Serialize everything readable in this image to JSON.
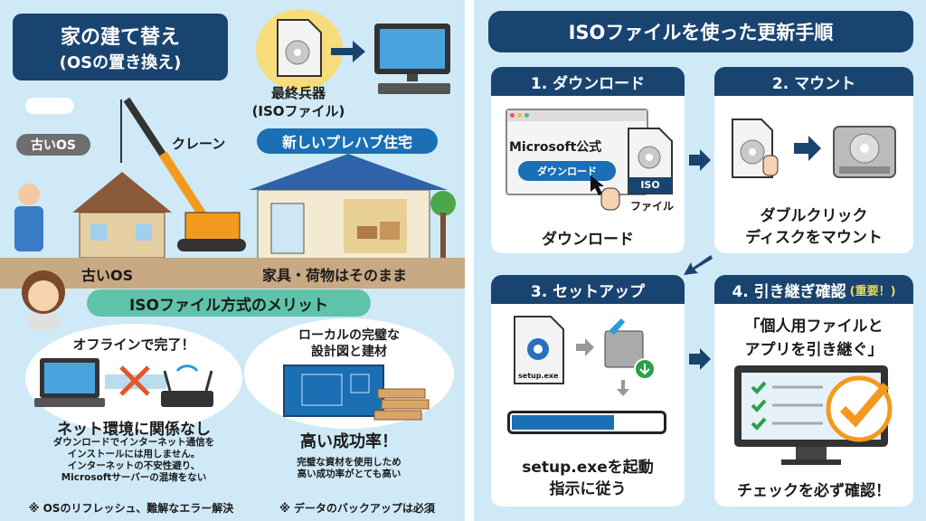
{
  "left": {
    "title_line1": "家の建て替え",
    "title_line2": "(OSの置き換え)",
    "iso_label_line1": "最終兵器",
    "iso_label_line2": "(ISOファイル)",
    "old_os_badge": "古いOS",
    "crane_label": "クレーン",
    "new_house_badge": "新しいプレハブ住宅",
    "old_os_ground_label": "古いOS",
    "furniture_label": "家具・荷物はそのまま",
    "merit_title": "ISOファイル方式のメリット",
    "merit1": {
      "title": "オフラインで完了！",
      "heading": "ネット環境に関係なし",
      "desc": [
        "ダウンロードでインターネット通信を",
        "インストールには用しません。",
        "インターネットの不安性避り、",
        "Microsoftサーバーの混堉をない"
      ],
      "note": "※ OSのリフレッシュ、難解なエラー解決"
    },
    "merit2": {
      "title_line1": "ローカルの完璧な",
      "title_line2": "設計図と建材",
      "heading": "高い成功率！",
      "desc": [
        "完璧な資材を使用しため",
        "高い成功率がとても高い"
      ],
      "note": "※ データのバックアップは必須"
    }
  },
  "right": {
    "title": "ISOファイルを使った更新手順",
    "steps": [
      {
        "header": "1. ダウンロード",
        "site_label": "Microsoft公式",
        "button": "ダウンロード",
        "file_tag": "ISO",
        "file_label": "ファイル",
        "caption": "ダウンロード"
      },
      {
        "header": "2. マウント",
        "caption_line1": "ダブルクリック",
        "caption_line2": "ディスクをマウント"
      },
      {
        "header": "3. セットアップ",
        "file_label": "setup.exe",
        "progress": 0.68,
        "caption_line1": "setup.exeを起動",
        "caption_line2": "指示に従う"
      },
      {
        "header": "4. 引き継ぎ確認",
        "header_note": "(重要！)",
        "quote_line1": "「個人用ファイルと",
        "quote_line2": "アプリを引き継ぐ」",
        "caption": "チェックを必ず確認！"
      }
    ]
  },
  "colors": {
    "navy": "#1a4470",
    "bg": "#cfe9f6",
    "blue": "#1a6fb5",
    "ground": "#c9a983",
    "merit": "#5fc3aa",
    "orange": "#f39a1e",
    "check": "#2aa04a",
    "highlight": "#f2d64a"
  }
}
